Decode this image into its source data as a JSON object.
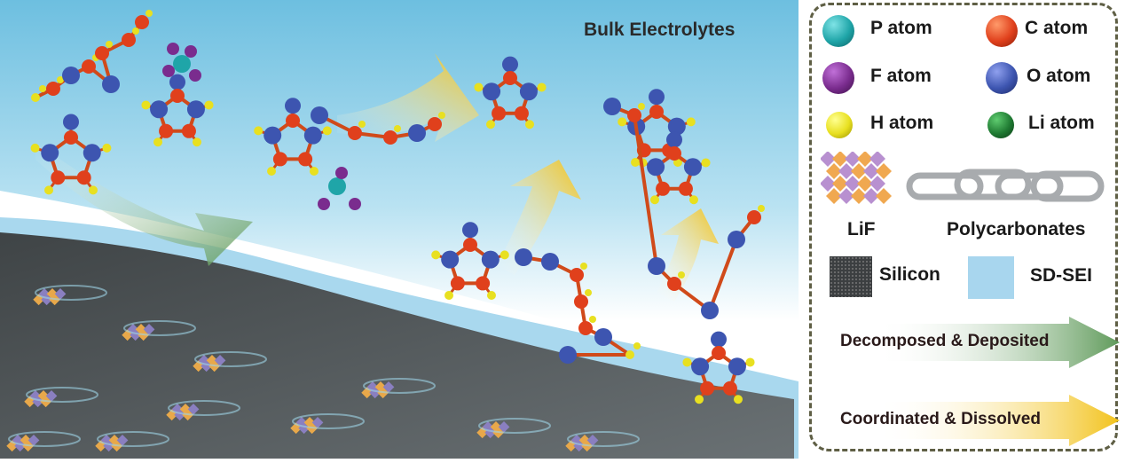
{
  "scene": {
    "title": "Bulk Electrolytes",
    "colors": {
      "electrolyte": "#7cc6e4",
      "silicon": "#4a4f52",
      "sei": "#a9d8ee",
      "deposit_arrow": "#5f9a5a",
      "dissolve_arrow": "#f2c21a"
    }
  },
  "legend": {
    "atoms": [
      {
        "label": "P atom",
        "color": "#1fa5a8"
      },
      {
        "label": "C atom",
        "color": "#e0401c"
      },
      {
        "label": "F atom",
        "color": "#7a2c8e"
      },
      {
        "label": "O atom",
        "color": "#3d55b0"
      },
      {
        "label": "H atom",
        "color": "#e8e020"
      },
      {
        "label": "Li atom",
        "color": "#1f7a32"
      }
    ],
    "materials": [
      {
        "label": "LiF"
      },
      {
        "label": "Polycarbonates"
      },
      {
        "label": "Silicon"
      },
      {
        "label": "SD-SEI"
      }
    ],
    "processes": [
      {
        "label": "Decomposed & Deposited",
        "color": "#5f9a5a"
      },
      {
        "label": "Coordinated & Dissolved",
        "color": "#f2c21a"
      }
    ]
  }
}
